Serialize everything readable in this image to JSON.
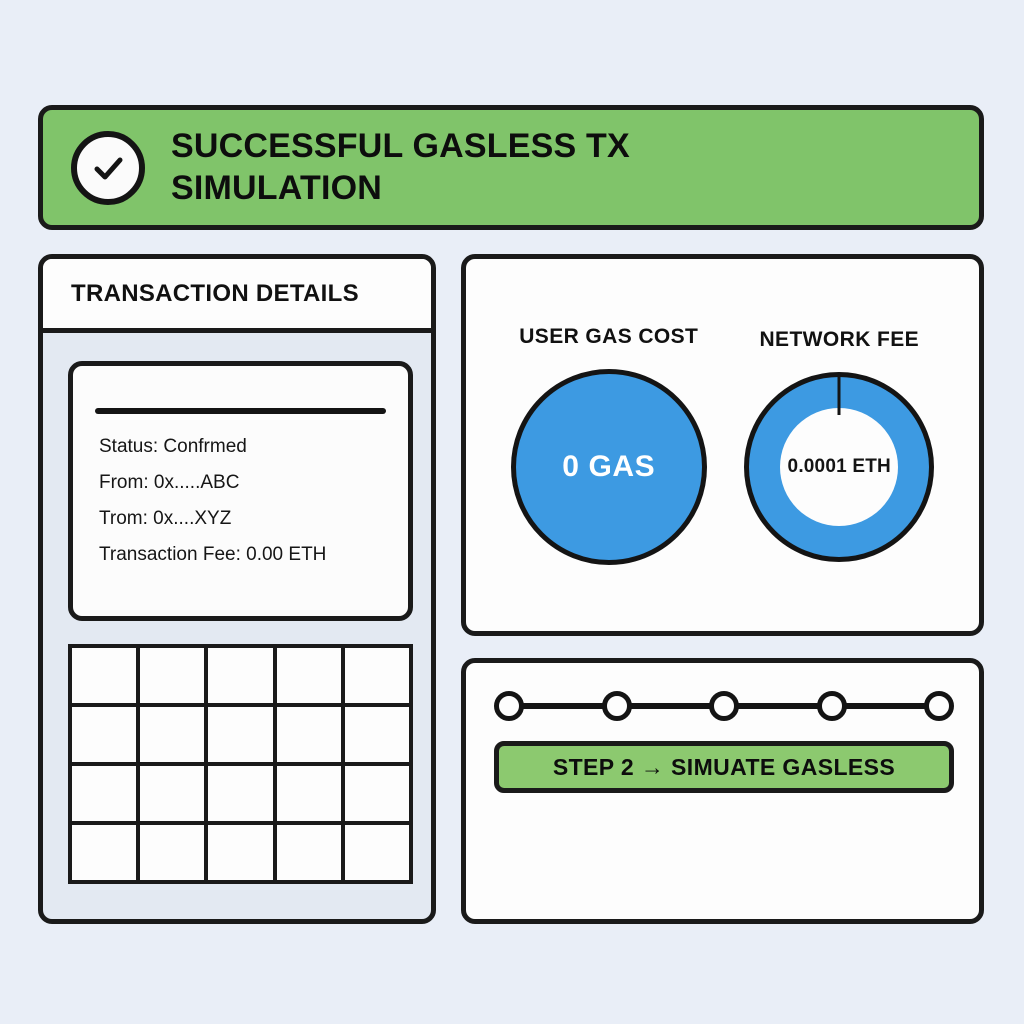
{
  "banner": {
    "icon": "check-circle-icon",
    "title": "SUCCESSFUL GASLESS TX SIMULATION",
    "bg_color": "#80c46a"
  },
  "transaction_panel": {
    "header_title": "TRANSACTION DETAILS",
    "details": [
      "Status: Confrmed",
      "From: 0x.....ABC",
      "Trom: 0x....XYZ",
      "Transaction Fee: 0.00 ETH"
    ],
    "grid": {
      "columns": 5,
      "rows": 4,
      "cells": []
    }
  },
  "charts_panel": {
    "charts": [
      {
        "label": "USER GAS COST",
        "value_text": "0 GAS",
        "type": "pie",
        "color": "#3d9ae2"
      },
      {
        "label": "NETWORK FEE",
        "value_text": "0.0001 ETH",
        "type": "donut",
        "color": "#3d9ae2"
      }
    ]
  },
  "step_panel": {
    "total_steps": 5,
    "current_step": 2,
    "step_banner_text": "STEP 2 → SIMUATE GASLESS",
    "step_banner_color": "#8cc96f"
  },
  "chart_data": [
    {
      "type": "pie",
      "title": "USER GAS COST",
      "categories": [
        "User gas cost"
      ],
      "values": [
        100
      ],
      "value_label": "0 GAS",
      "value_number": 0,
      "unit": "GAS",
      "colors": [
        "#3d9ae2"
      ],
      "legend": "none",
      "grid": false
    },
    {
      "type": "pie",
      "title": "NETWORK FEE",
      "categories": [
        "Network fee"
      ],
      "values": [
        100
      ],
      "value_label": "0.0001 ETH",
      "value_number": 0.0001,
      "unit": "ETH",
      "colors": [
        "#3d9ae2"
      ],
      "donut": true,
      "legend": "none",
      "grid": false
    }
  ]
}
